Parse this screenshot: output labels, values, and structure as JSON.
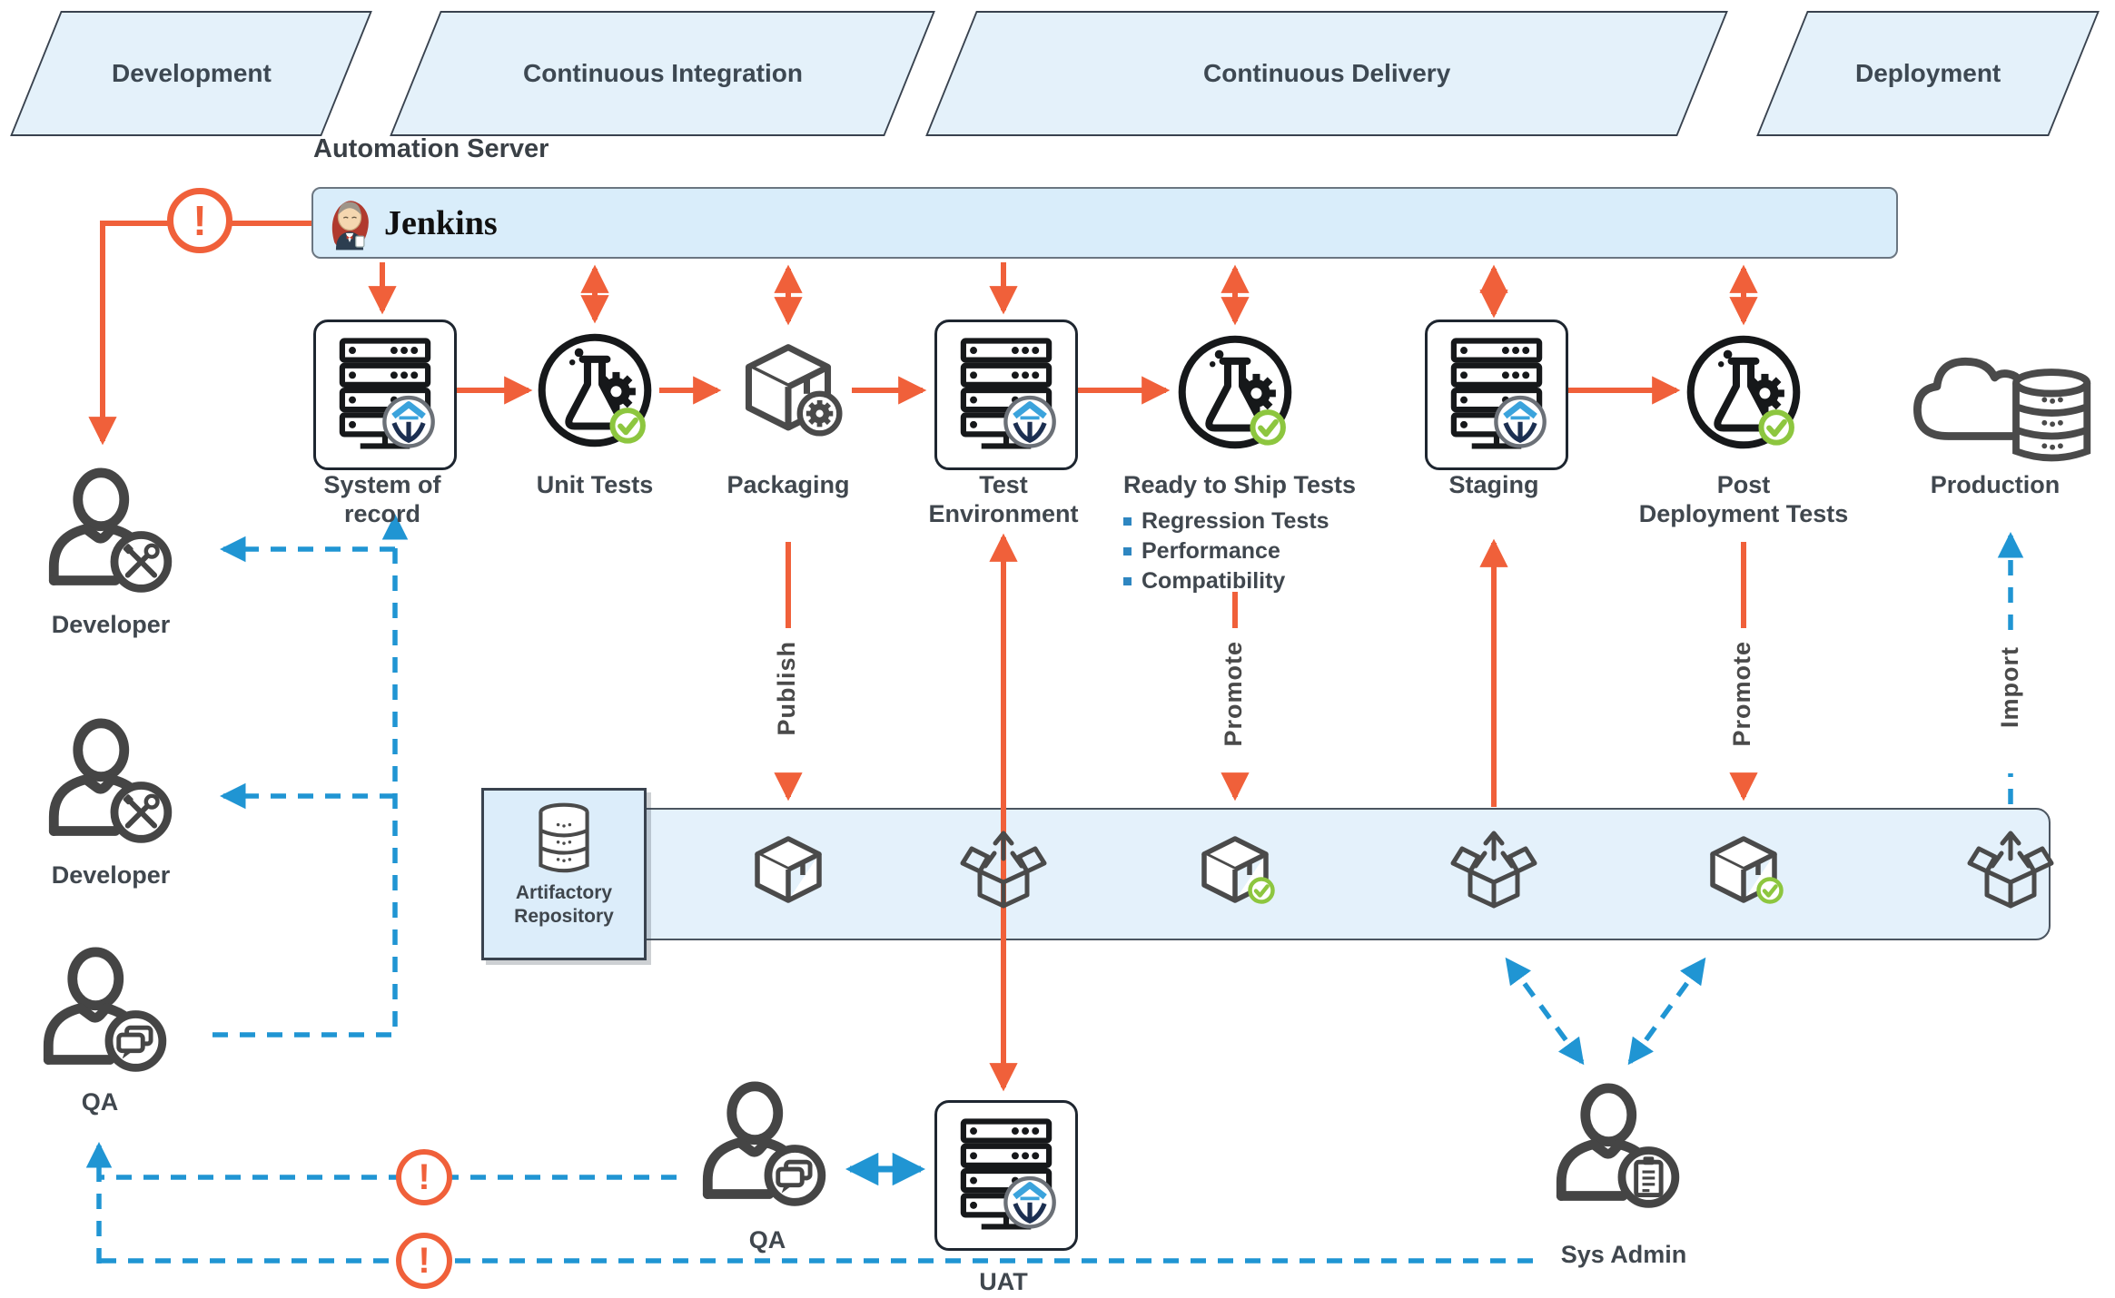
{
  "phases": [
    {
      "label": "Development"
    },
    {
      "label": "Continuous Integration"
    },
    {
      "label": "Continuous Delivery"
    },
    {
      "label": "Deployment"
    }
  ],
  "automation_server": {
    "title": "Automation Server",
    "product": "Jenkins"
  },
  "pipeline": {
    "system_of_record": {
      "label": "System of record"
    },
    "unit_tests": {
      "label": "Unit Tests"
    },
    "packaging": {
      "label": "Packaging"
    },
    "test_environment": {
      "lines": [
        "Test",
        "Environment"
      ]
    },
    "ready_to_ship": {
      "title": "Ready to Ship Tests",
      "bullets": [
        "Regression Tests",
        "Performance",
        "Compatibility"
      ]
    },
    "staging": {
      "label": "Staging"
    },
    "post_deployment": {
      "lines": [
        "Post",
        "Deployment Tests"
      ]
    },
    "production": {
      "label": "Production"
    }
  },
  "flows": {
    "publish": "Publish",
    "promote_ready": "Promote",
    "promote_post": "Promote",
    "import": "Import"
  },
  "repository": {
    "name_lines": [
      "Artifactory",
      "Repository"
    ]
  },
  "actors": {
    "developer_1": {
      "label": "Developer"
    },
    "developer_2": {
      "label": "Developer"
    },
    "qa_left": {
      "label": "QA"
    },
    "qa_bottom": {
      "label": "QA"
    },
    "uat": {
      "label": "UAT"
    },
    "sys_admin": {
      "label": "Sys Admin"
    }
  },
  "alerts": {
    "exclamation": "!"
  },
  "colors": {
    "orange": "#F0603A",
    "blue": "#2095D3",
    "green": "#8DC63F",
    "panel_fill": "#E4F1FB",
    "dark": "#454545"
  }
}
